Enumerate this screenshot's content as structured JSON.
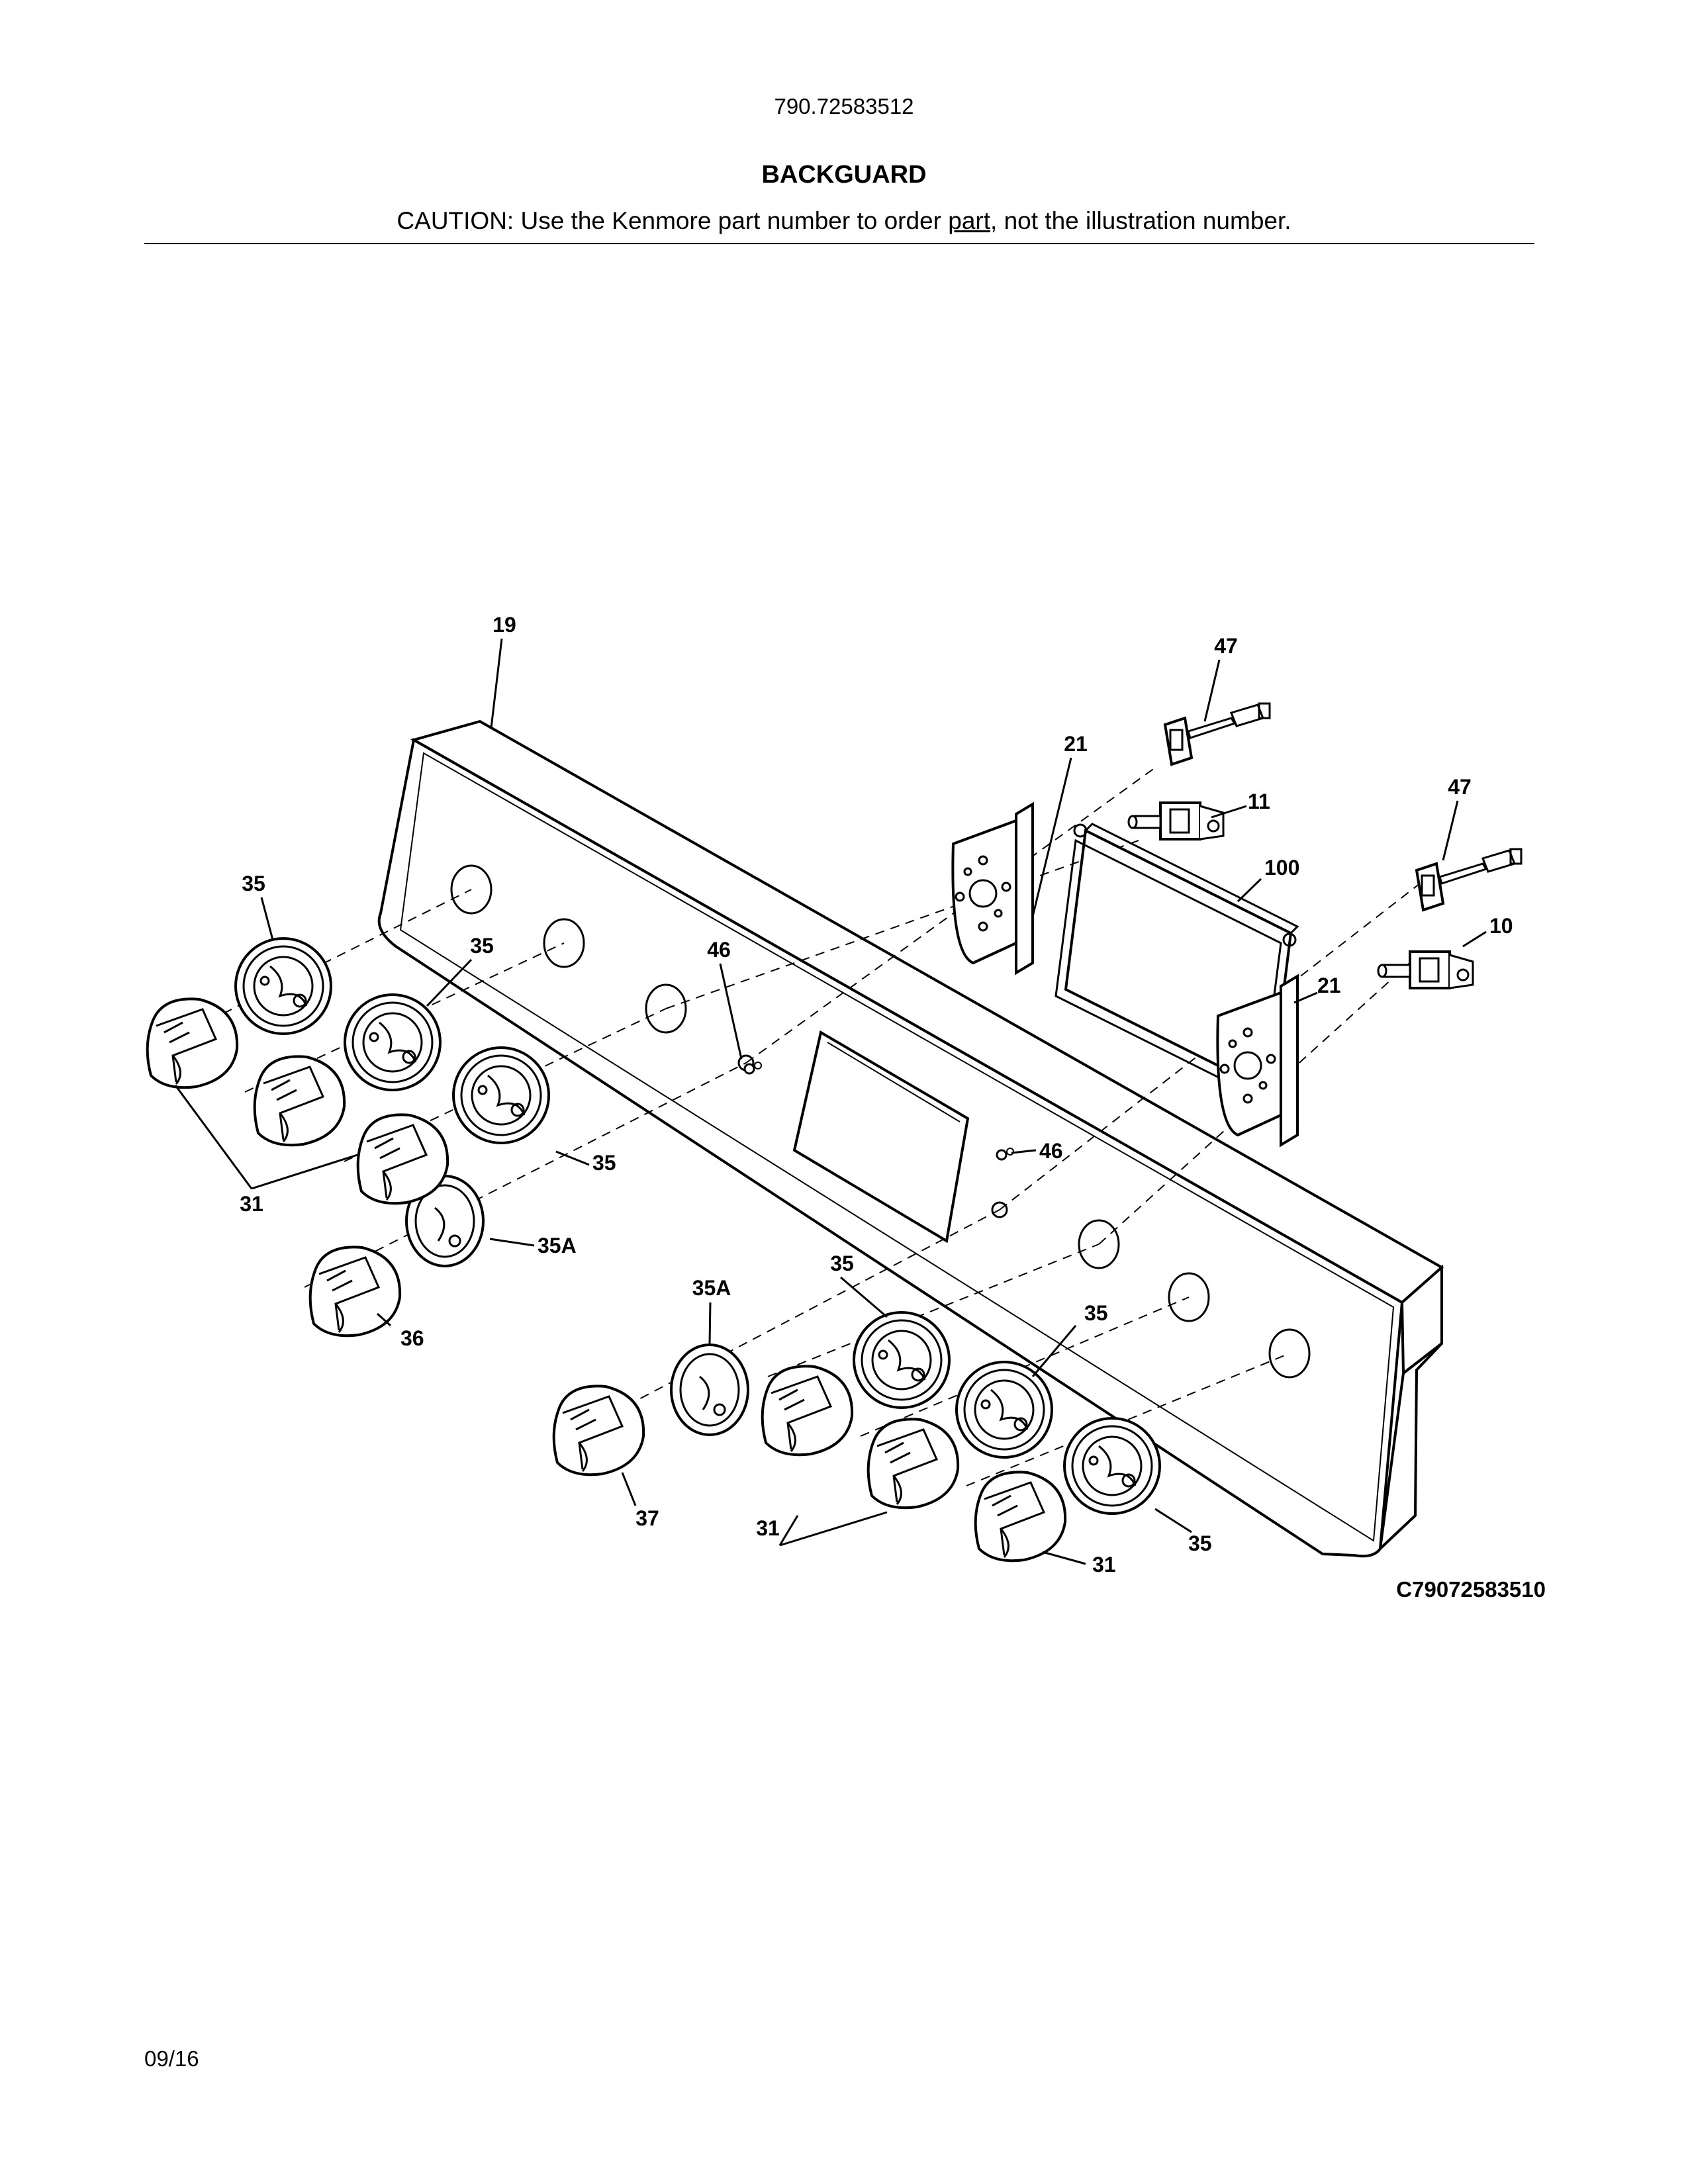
{
  "header": {
    "model_number": "790.72583512",
    "section_title": "BACKGUARD",
    "caution_prefix": "CAUTION: Use the Kenmore part number to order ",
    "caution_underlined": "part",
    "caution_suffix": ", not the illustration number."
  },
  "diagram": {
    "figure_code": "C79072583510",
    "callouts": {
      "c19": "19",
      "c47a": "47",
      "c47b": "47",
      "c21a": "21",
      "c21b": "21",
      "c11": "11",
      "c100": "100",
      "c10": "10",
      "c46a": "46",
      "c46b": "46",
      "c35a": "35",
      "c35b": "35",
      "c35c": "35",
      "c35d": "35",
      "c35e": "35",
      "c35f": "35",
      "c35Aa": "35A",
      "c35Ab": "35A",
      "c31a": "31",
      "c31b": "31",
      "c31c": "31",
      "c36": "36",
      "c37": "37"
    }
  },
  "footer": {
    "date": "09/16"
  }
}
